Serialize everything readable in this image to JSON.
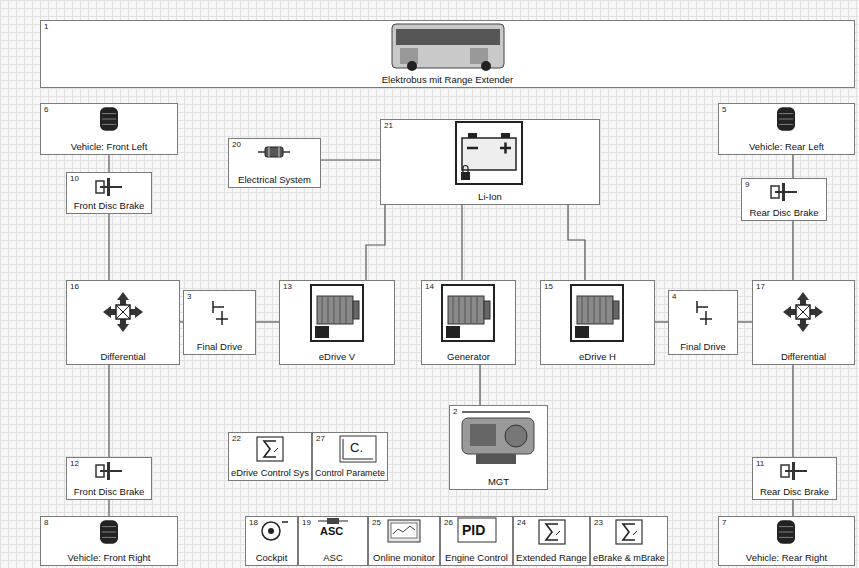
{
  "diagram": {
    "nodes": [
      {
        "text": [
          "1",
          "Elektrobus mit Range Extender"
        ]
      },
      {
        "text": [
          "6",
          "Vehicle: Front Left"
        ]
      },
      {
        "text": [
          "5",
          "Vehicle: Rear Left"
        ]
      },
      {
        "text": [
          "20",
          "Electrical System"
        ]
      },
      {
        "text": [
          "21",
          "Li-Ion"
        ]
      },
      {
        "text": [
          "10",
          "Front Disc Brake"
        ]
      },
      {
        "text": [
          "9",
          "Rear Disc Brake"
        ]
      },
      {
        "text": [
          "16",
          "Differential"
        ]
      },
      {
        "text": [
          "3",
          "Final Drive"
        ]
      },
      {
        "text": [
          "13",
          "eDrive V"
        ]
      },
      {
        "text": [
          "14",
          "Generator"
        ]
      },
      {
        "text": [
          "15",
          "eDrive H"
        ]
      },
      {
        "text": [
          "4",
          "Final Drive"
        ]
      },
      {
        "text": [
          "17",
          "Differential"
        ]
      },
      {
        "text": [
          "22",
          "eDrive Control Sys"
        ]
      },
      {
        "text": [
          "27",
          "Control Paramete"
        ]
      },
      {
        "text": [
          "2",
          "MGT"
        ]
      },
      {
        "text": [
          "12",
          "Front Disc Brake"
        ]
      },
      {
        "text": [
          "11",
          "Rear Disc Brake"
        ]
      },
      {
        "text": [
          "8",
          "Vehicle: Front Right"
        ]
      },
      {
        "text": [
          "18",
          "Cockpit"
        ]
      },
      {
        "text": [
          "19",
          "ASC"
        ]
      },
      {
        "text": [
          "25",
          "Online monitor"
        ]
      },
      {
        "text": [
          "26",
          "Engine Control"
        ]
      },
      {
        "text": [
          "24",
          "Extended Range"
        ]
      },
      {
        "text": [
          "23",
          "eBrake & mBrake"
        ]
      },
      {
        "text": [
          "7",
          "Vehicle: Rear Right"
        ]
      }
    ],
    "edges": [
      {
        "from": 1,
        "to": 5,
        "arrow": "none"
      },
      {
        "from": 5,
        "to": 7,
        "arrow": "none"
      },
      {
        "from": 7,
        "to": 17,
        "arrow": "none"
      },
      {
        "from": 17,
        "to": 19,
        "arrow": "none"
      },
      {
        "from": 7,
        "to": 8,
        "arrow": "none"
      },
      {
        "from": 8,
        "to": 9,
        "arrow": "none"
      },
      {
        "from": 9,
        "to": 4,
        "arrow": "none"
      },
      {
        "from": 10,
        "to": 4,
        "arrow": "none"
      },
      {
        "from": 11,
        "to": 4,
        "arrow": "none"
      },
      {
        "from": 3,
        "to": 4,
        "arrow": "none"
      },
      {
        "from": 10,
        "to": 16,
        "arrow": "none"
      },
      {
        "from": 11,
        "to": 12,
        "arrow": "none"
      },
      {
        "from": 12,
        "to": 13,
        "arrow": "none"
      },
      {
        "from": 13,
        "to": 6,
        "arrow": "none"
      },
      {
        "from": 6,
        "to": 2,
        "arrow": "none"
      },
      {
        "from": 13,
        "to": 18,
        "arrow": "none"
      },
      {
        "from": 18,
        "to": 26,
        "arrow": "none"
      }
    ],
    "labels": [
      "C.",
      "ASC",
      "PID"
    ]
  }
}
